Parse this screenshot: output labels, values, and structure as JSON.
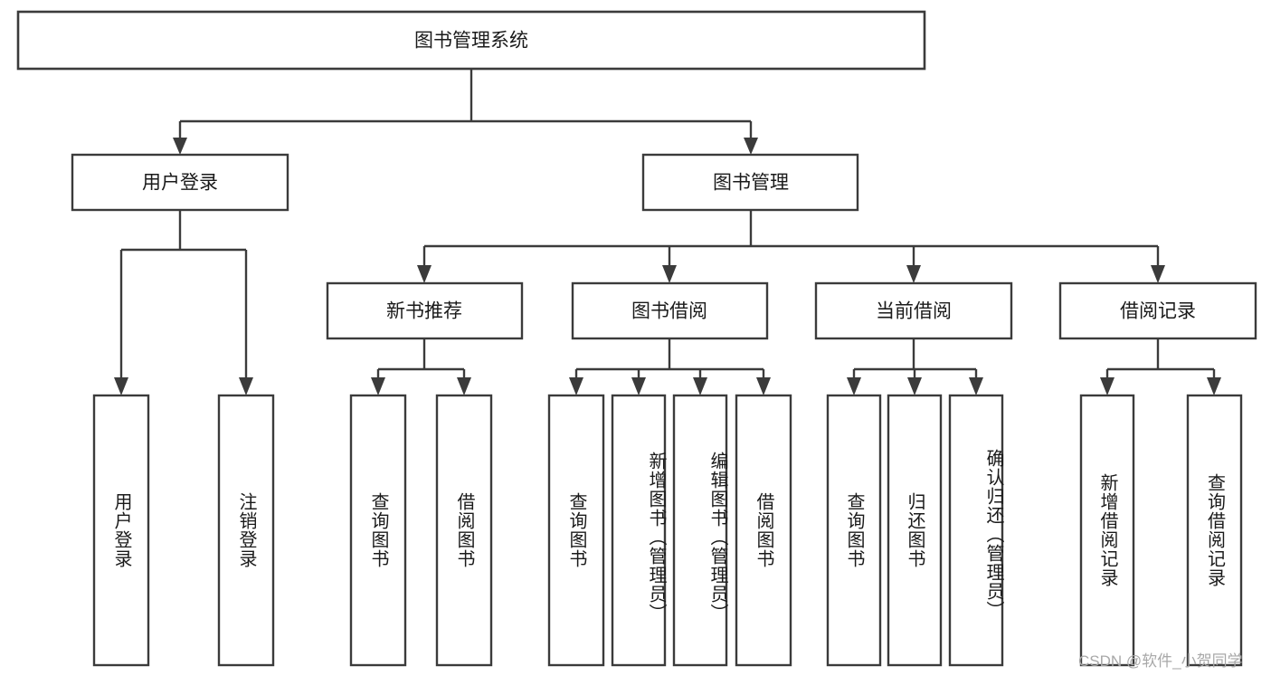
{
  "diagram": {
    "title": "图书管理系统",
    "type": "tree-hierarchy-chart",
    "root": {
      "label": "图书管理系统"
    },
    "level2": [
      {
        "label": "用户登录"
      },
      {
        "label": "图书管理"
      }
    ],
    "level3": [
      {
        "label": "新书推荐"
      },
      {
        "label": "图书借阅"
      },
      {
        "label": "当前借阅"
      },
      {
        "label": "借阅记录"
      }
    ],
    "leaves": {
      "user_login": [
        {
          "label": "用户登录"
        },
        {
          "label": "注销登录"
        }
      ],
      "new_book_recommend": [
        {
          "label": "查询图书"
        },
        {
          "label": "借阅图书"
        }
      ],
      "book_borrow": [
        {
          "label": "查询图书"
        },
        {
          "label": "新增图书（管理员）"
        },
        {
          "label": "编辑图书（管理员）"
        },
        {
          "label": "借阅图书"
        }
      ],
      "current_borrow": [
        {
          "label": "查询图书"
        },
        {
          "label": "归还图书"
        },
        {
          "label": "确认归还（管理员）"
        }
      ],
      "borrow_records": [
        {
          "label": "新增借阅记录"
        },
        {
          "label": "查询借阅记录"
        }
      ]
    }
  },
  "watermark": {
    "text": "CSDN @软件_小贺同学"
  },
  "colors": {
    "stroke": "#3b3b3b",
    "fill": "#ffffff",
    "text": "#1a1a1a",
    "watermark": "#a8a8a8"
  }
}
